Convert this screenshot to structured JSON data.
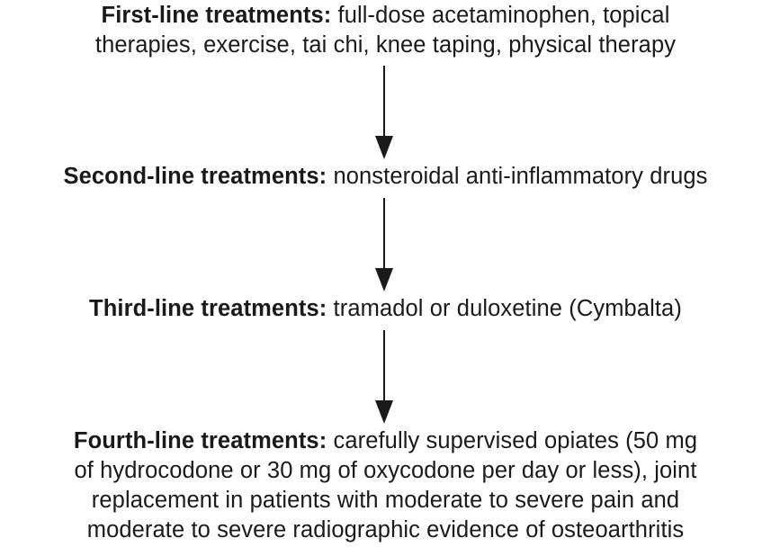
{
  "steps": [
    {
      "label": "First-line treatments:",
      "lines": [
        "full-dose acetaminophen, topical",
        "therapies, exercise, tai chi, knee taping, physical therapy"
      ]
    },
    {
      "label": "Second-line treatments:",
      "lines": [
        "nonsteroidal anti-inflammatory drugs"
      ]
    },
    {
      "label": "Third-line treatments:",
      "lines": [
        "tramadol or duloxetine (Cymbalta)"
      ]
    },
    {
      "label": "Fourth-line treatments:",
      "lines": [
        "carefully supervised opiates (50 mg",
        "of hydrocodone or 30 mg of oxycodone per day or less), joint",
        "replacement in patients with moderate to severe pain and",
        "moderate to severe radiographic evidence of osteoarthritis"
      ]
    }
  ],
  "colors": {
    "text": "#1a1a1a",
    "arrow": "#1a1a1a",
    "background": "#ffffff"
  },
  "icons": {
    "connector": "down-arrow-icon"
  }
}
